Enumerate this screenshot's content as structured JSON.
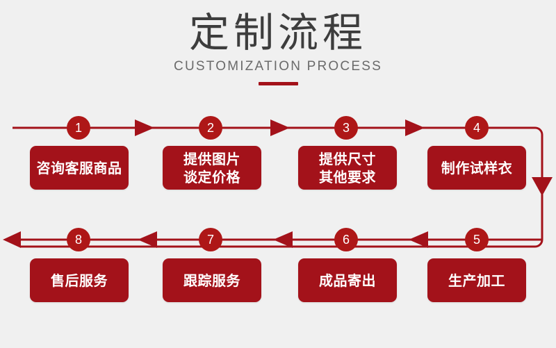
{
  "header": {
    "title_cn": "定制流程",
    "title_en": "CUSTOMIZATION PROCESS"
  },
  "colors": {
    "background": "#f0f0f0",
    "box_red": "#a3121a",
    "circle_red": "#ae1717",
    "line_red": "#a3121a",
    "title_text": "#3d3d3d",
    "subtitle_text": "#6a6a6a",
    "box_text": "#ffffff"
  },
  "flow": {
    "row1": [
      {
        "number": "1",
        "lines": [
          "咨询客服商品"
        ]
      },
      {
        "number": "2",
        "lines": [
          "提供图片",
          "谈定价格"
        ]
      },
      {
        "number": "3",
        "lines": [
          "提供尺寸",
          "其他要求"
        ]
      },
      {
        "number": "4",
        "lines": [
          "制作试样衣"
        ]
      }
    ],
    "row2": [
      {
        "number": "8",
        "lines": [
          "售后服务"
        ]
      },
      {
        "number": "7",
        "lines": [
          "跟踪服务"
        ]
      },
      {
        "number": "6",
        "lines": [
          "成品寄出"
        ]
      },
      {
        "number": "5",
        "lines": [
          "生产加工"
        ]
      }
    ],
    "arrow_icons": {
      "row1": "arrow-right-icon",
      "row2": "arrow-left-icon",
      "wrap": "arrow-down-icon"
    }
  }
}
